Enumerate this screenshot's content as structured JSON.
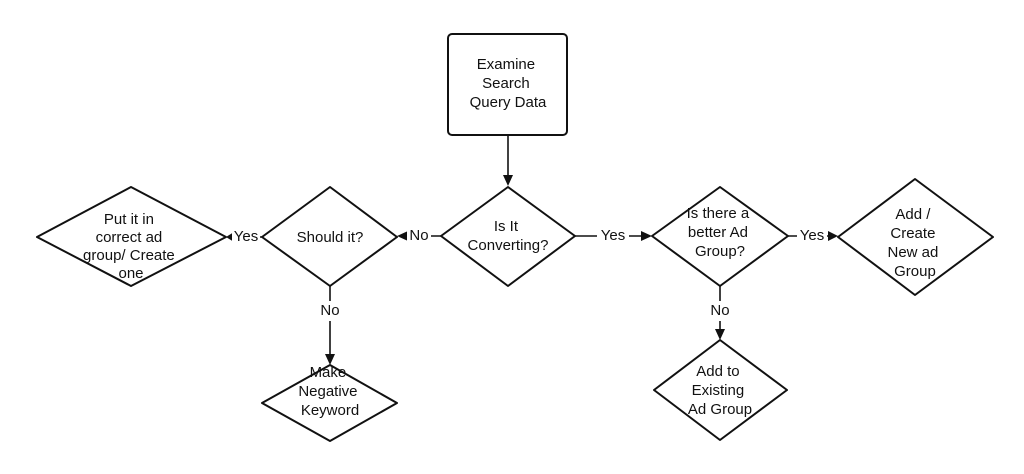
{
  "nodes": {
    "examine": [
      "Examine",
      "Search",
      "Query Data"
    ],
    "converting": [
      "Is It",
      "Converting?"
    ],
    "should": [
      "Should it?"
    ],
    "put": [
      "Put it in",
      "correct ad",
      "group/ Create",
      "one"
    ],
    "negative": [
      "Make",
      "Negative",
      "Keyword"
    ],
    "better": [
      "Is there a",
      "better Ad",
      "Group?"
    ],
    "create": [
      "Add /",
      "Create",
      "New ad",
      "Group"
    ],
    "existing": [
      "Add to",
      "Existing",
      "Ad Group"
    ]
  },
  "edge_labels": {
    "converting_to_should": "No",
    "converting_to_better": "Yes",
    "should_to_put": "Yes",
    "should_to_negative": "No",
    "better_to_create": "Yes",
    "better_to_existing": "No"
  },
  "colors": {
    "stroke": "#111111",
    "fill": "#ffffff",
    "text": "#111111"
  }
}
